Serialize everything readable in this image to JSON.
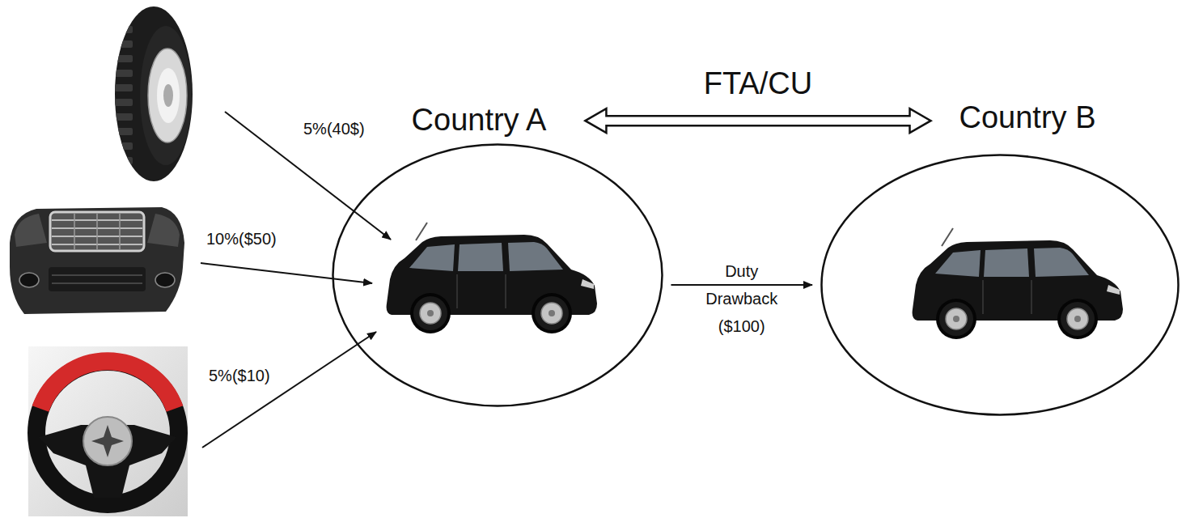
{
  "diagram": {
    "nodes": [
      {
        "text": [
          "Country A"
        ]
      },
      {
        "text": [
          "Country B"
        ]
      }
    ],
    "edges": [
      {
        "from": 0,
        "to": 1,
        "arrow": "both",
        "label": "FTA/CU"
      },
      {
        "from": 0,
        "to": 1,
        "arrow": "to",
        "label": "Duty Drawback ($100)"
      }
    ],
    "labels": [
      "5%(40$)",
      "10%($50)",
      "5%($10)"
    ]
  }
}
